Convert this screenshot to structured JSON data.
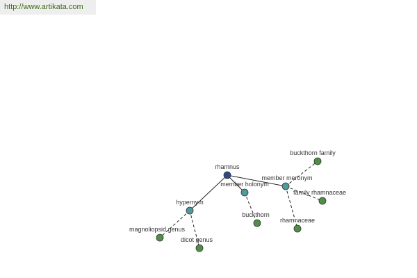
{
  "banner": {
    "url_text": "http://www.artikata.com"
  },
  "graph": {
    "colors": {
      "root": "#2e4a85",
      "relation": "#4f9a9a",
      "term": "#4f8f45",
      "edge": "#222222"
    },
    "nodes": [
      {
        "id": "rhamnus",
        "label": "rhamnus",
        "kind": "root"
      },
      {
        "id": "member-meronym",
        "label": "member meronym",
        "kind": "relation"
      },
      {
        "id": "member-holonym",
        "label": "member holonym",
        "kind": "relation"
      },
      {
        "id": "hypernym",
        "label": "hypernym",
        "kind": "relation"
      },
      {
        "id": "buckthorn-family",
        "label": "buckthorn family",
        "kind": "term"
      },
      {
        "id": "family-rhamnaceae",
        "label": "family rhamnaceae",
        "kind": "term"
      },
      {
        "id": "rhamnaceae",
        "label": "rhamnaceae",
        "kind": "term"
      },
      {
        "id": "buckthorn",
        "label": "buckthorn",
        "kind": "term"
      },
      {
        "id": "magnoliopsid-genus",
        "label": "magnoliopsid genus",
        "kind": "term"
      },
      {
        "id": "dicot-genus",
        "label": "dicot genus",
        "kind": "term"
      }
    ],
    "edges": [
      {
        "from": "rhamnus",
        "to": "member-meronym",
        "style": "solid"
      },
      {
        "from": "rhamnus",
        "to": "member-holonym",
        "style": "solid"
      },
      {
        "from": "rhamnus",
        "to": "hypernym",
        "style": "solid"
      },
      {
        "from": "member-meronym",
        "to": "buckthorn-family",
        "style": "dashed"
      },
      {
        "from": "member-meronym",
        "to": "family-rhamnaceae",
        "style": "dashed"
      },
      {
        "from": "member-meronym",
        "to": "rhamnaceae",
        "style": "dashed"
      },
      {
        "from": "member-holonym",
        "to": "buckthorn",
        "style": "dashed"
      },
      {
        "from": "hypernym",
        "to": "magnoliopsid-genus",
        "style": "dashed"
      },
      {
        "from": "hypernym",
        "to": "dicot-genus",
        "style": "dashed"
      }
    ]
  }
}
